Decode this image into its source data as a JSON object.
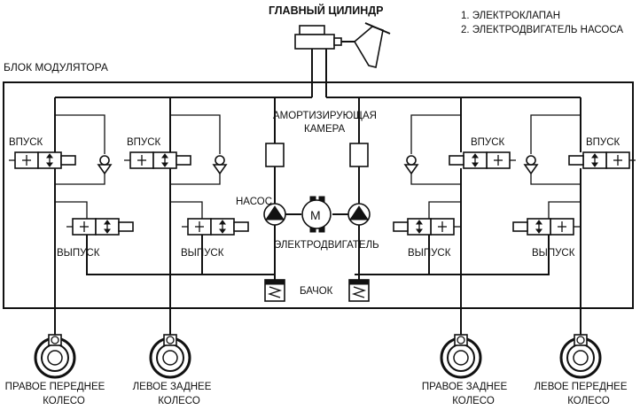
{
  "top": {
    "master_cylinder": "ГЛАВНЫЙ ЦИЛИНДР",
    "legend": [
      "1. ЭЛЕКТРОКЛАПАН",
      "2. ЭЛЕКТРОДВИГАТЕЛЬ НАСОСА"
    ]
  },
  "block": {
    "title": "БЛОК МОДУЛЯТОРА"
  },
  "center": {
    "damper_chamber": [
      "АМОРТИЗИРУЮЩАЯ",
      "КАМЕРА"
    ],
    "pump": "НАСОС",
    "motor_letter": "М",
    "motor": "ЭЛЕКТРОДВИГАТЕЛЬ",
    "reservoir": "БАЧОК"
  },
  "valves": {
    "inlet": "ВПУСК",
    "outlet": "ВЫПУСК"
  },
  "wheels": {
    "front_right": [
      "ПРАВОЕ ПЕРЕДНЕЕ",
      "КОЛЕСО"
    ],
    "rear_left": [
      "ЛЕВОЕ ЗАДНЕЕ",
      "КОЛЕСО"
    ],
    "rear_right": [
      "ПРАВОЕ ЗАДНЕЕ",
      "КОЛЕСО"
    ],
    "front_left": [
      "ЛЕВОЕ ПЕРЕДНЕЕ",
      "КОЛЕСО"
    ]
  }
}
